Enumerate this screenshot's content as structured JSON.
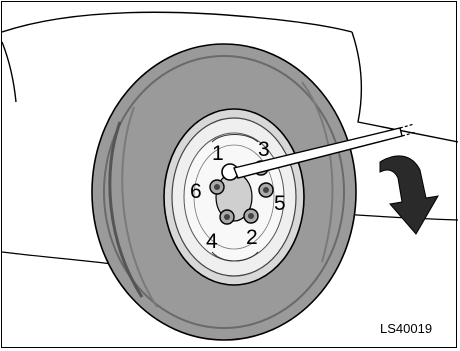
{
  "figure": {
    "id": "LS40019",
    "lug_nuts": [
      {
        "order": "1",
        "name": "lug-nut-1"
      },
      {
        "order": "2",
        "name": "lug-nut-2"
      },
      {
        "order": "3",
        "name": "lug-nut-3"
      },
      {
        "order": "4",
        "name": "lug-nut-4"
      },
      {
        "order": "5",
        "name": "lug-nut-5"
      },
      {
        "order": "6",
        "name": "lug-nut-6"
      }
    ],
    "icons": [
      "tire",
      "wheel-rim",
      "lug-wrench-icon",
      "rotation-arrow-icon"
    ]
  }
}
